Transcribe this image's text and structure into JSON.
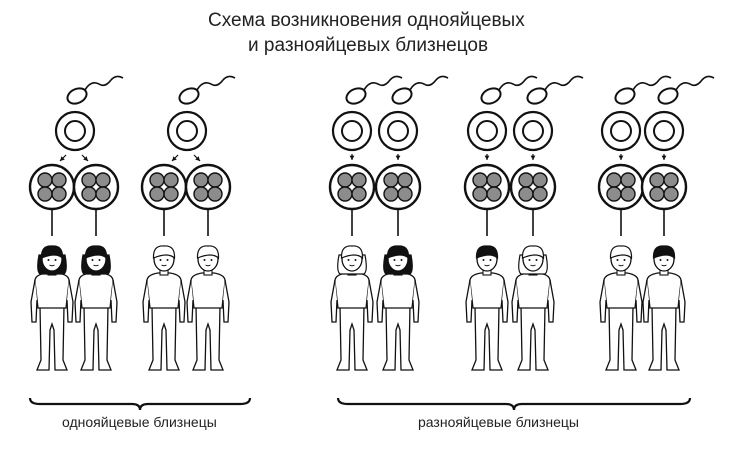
{
  "title": {
    "line1": "Схема возникновения однояйцевых",
    "line2": "и разнояйцевых близнецов"
  },
  "captions": {
    "identical": "однояйцевые близнецы",
    "fraternal": "разнояйцевые близнецы"
  },
  "colors": {
    "ink": "#111111",
    "cell_fill": "#ffffff",
    "blastomere_fill": "#8c8c8c"
  },
  "groups": [
    {
      "kind": "identical",
      "sperm_count": 1,
      "egg_count": 1,
      "children": [
        {
          "sex": "girl",
          "hair": "dark"
        },
        {
          "sex": "girl",
          "hair": "dark"
        }
      ]
    },
    {
      "kind": "identical",
      "sperm_count": 1,
      "egg_count": 1,
      "children": [
        {
          "sex": "boy",
          "hair": "light"
        },
        {
          "sex": "boy",
          "hair": "light"
        }
      ]
    },
    {
      "kind": "fraternal",
      "sperm_count": 2,
      "egg_count": 2,
      "children": [
        {
          "sex": "girl",
          "hair": "light"
        },
        {
          "sex": "girl",
          "hair": "dark"
        }
      ]
    },
    {
      "kind": "fraternal",
      "sperm_count": 2,
      "egg_count": 2,
      "children": [
        {
          "sex": "boy",
          "hair": "dark"
        },
        {
          "sex": "girl",
          "hair": "light"
        }
      ]
    },
    {
      "kind": "fraternal",
      "sperm_count": 2,
      "egg_count": 2,
      "children": [
        {
          "sex": "boy",
          "hair": "light"
        },
        {
          "sex": "boy",
          "hair": "dark"
        }
      ]
    }
  ]
}
